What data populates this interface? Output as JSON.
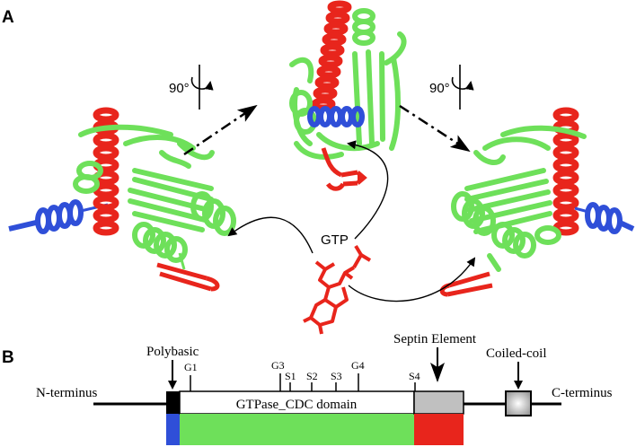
{
  "panel_a": {
    "label": "A",
    "left_rotation": "90°",
    "right_rotation": "90°",
    "ligand_label": "GTP"
  },
  "panel_b": {
    "label": "B",
    "n_terminus": "N-terminus",
    "c_terminus": "C-terminus",
    "domain_label": "GTPase_CDC domain",
    "polybasic": "Polybasic",
    "septin_element": "Septin Element",
    "coiled_coil": "Coiled-coil",
    "motifs": [
      "G1",
      "G3",
      "S1",
      "S2",
      "S3",
      "G4",
      "S4"
    ]
  },
  "colors": {
    "helix_red": "#e8251c",
    "sheet_green": "#6ee05a",
    "helix_blue": "#2f4fd8",
    "septin_gray": "#c0c0c0",
    "black_segment": "#000000"
  }
}
